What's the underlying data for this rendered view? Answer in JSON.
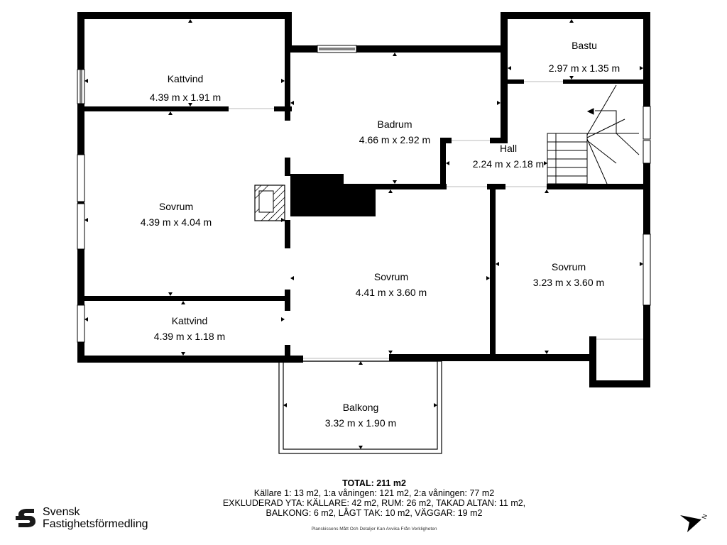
{
  "rooms": [
    {
      "name": "Kattvind",
      "dims": "4.39 m x 1.91 m"
    },
    {
      "name": "Sovrum",
      "dims": "4.39 m x 4.04 m"
    },
    {
      "name": "Kattvind",
      "dims": "4.39 m x 1.18 m"
    },
    {
      "name": "Badrum",
      "dims": "4.66 m x 2.92 m"
    },
    {
      "name": "Bastu",
      "dims": "2.97 m x 1.35 m"
    },
    {
      "name": "Hall",
      "dims": "2.24 m x 2.18 m"
    },
    {
      "name": "Sovrum",
      "dims": "4.41 m x 3.60 m"
    },
    {
      "name": "Sovrum",
      "dims": "3.23 m x 3.60 m"
    },
    {
      "name": "Balkong",
      "dims": "3.32 m x 1.90 m"
    }
  ],
  "summary": {
    "total": "TOTAL: 211 m2",
    "line1": "Källare 1: 13 m2, 1:a våningen: 121 m2, 2:a våningen: 77 m2",
    "line2": "EXKLUDERAD YTA: KÄLLARE: 42 m2, RUM: 26 m2, TAKAD ALTAN: 11 m2,",
    "line3": "BALKONG: 6 m2, LÅGT TAK: 10 m2, VÄGGAR: 19 m2"
  },
  "disclaimer": "Planskissens Mått Och Detaljer Kan Avvika Från Verkligheten",
  "logo": {
    "line1": "Svensk",
    "line2": "Fastighetsförmedling",
    "icon": "svensk-fastighetsformedling-logo"
  },
  "compass": {
    "label": "N",
    "icon": "north-arrow-icon"
  },
  "colors": {
    "wall": "#000000",
    "background": "#ffffff",
    "window": "#ffffff"
  }
}
